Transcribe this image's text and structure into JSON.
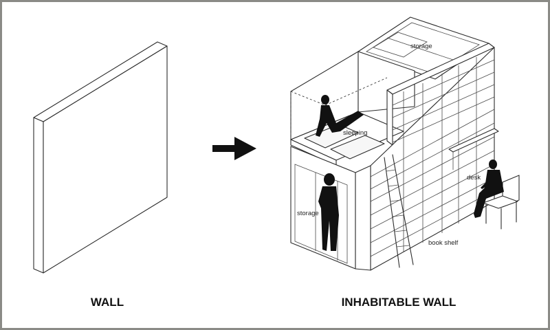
{
  "captions": {
    "wall": "WALL",
    "inhabitable": "INHABITABLE WALL"
  },
  "labels": {
    "storage_top": "storage",
    "sleeping": "sleeping",
    "desk": "desk",
    "storage_left": "storage",
    "book_shelf": "book shelf"
  },
  "icons": {
    "arrow": "arrow-right-icon"
  },
  "colors": {
    "border": "#8a8a86",
    "line": "#2b2b2b",
    "silhouette": "#111111"
  }
}
